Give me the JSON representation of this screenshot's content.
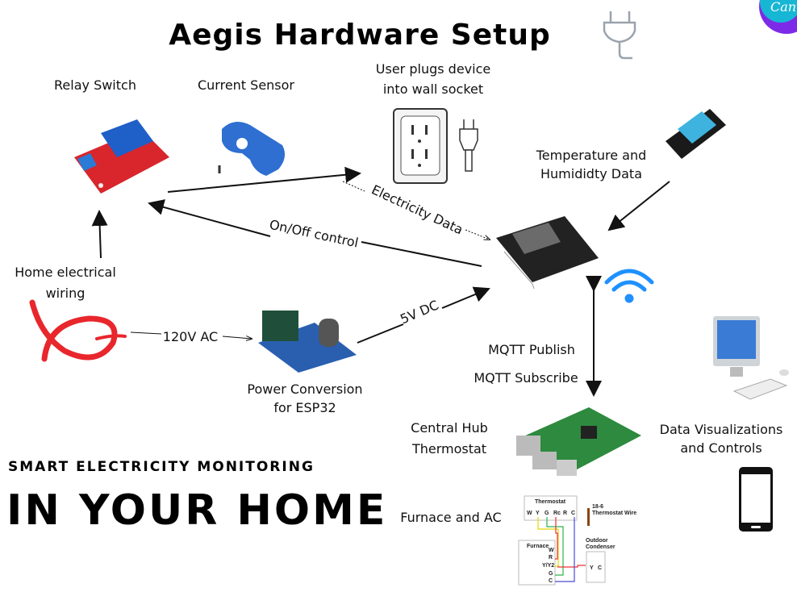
{
  "title": "Aegis Hardware Setup",
  "logo": "Canva",
  "labels": {
    "relay": "Relay Switch",
    "current_sensor": "Current Sensor",
    "outlet_1": "User  plugs device",
    "outlet_2": "into wall socket",
    "temp_1": "Temperature and",
    "temp_2": "Humididty Data",
    "wiring_1": "Home electrical",
    "wiring_2": "wiring",
    "ac": "120V AC",
    "power_1": "Power Conversion",
    "power_2": "for ESP32",
    "dc": "5V DC",
    "onoff": "On/Off control",
    "elec_data": "Electricity Data",
    "mqtt_pub": "MQTT Publish",
    "mqtt_sub": "MQTT Subscribe",
    "hub_1": "Central Hub",
    "hub_2": "Thermostat",
    "viz_1": "Data Visualizations",
    "viz_2": "and Controls",
    "furnace": "Furnace and AC"
  },
  "tagline": {
    "line1": "SMART ELECTRICITY MONITORING",
    "line2": "IN YOUR HOME"
  },
  "wiring_diagram": {
    "thermostat": "Thermostat",
    "thermo_terminals": [
      "W",
      "Y",
      "G",
      "Rc",
      "R",
      "C"
    ],
    "wire_1": "18-6",
    "wire_2": "Thermostat Wire",
    "furnace": "Furnace",
    "furnace_terminals": [
      "W",
      "R",
      "Y/Y2",
      "G",
      "C"
    ],
    "condenser_1": "Outdoor",
    "condenser_2": "Condenser",
    "condenser_terminals": [
      "Y",
      "C"
    ]
  },
  "colors": {
    "relay_board": "#d8262c",
    "relay_block": "#1f5fc8",
    "sensor": "#2e6fd1",
    "wire": "#e8262c",
    "wifi": "#1e90ff",
    "esp": "#222222",
    "pi": "#2d8a3e"
  }
}
